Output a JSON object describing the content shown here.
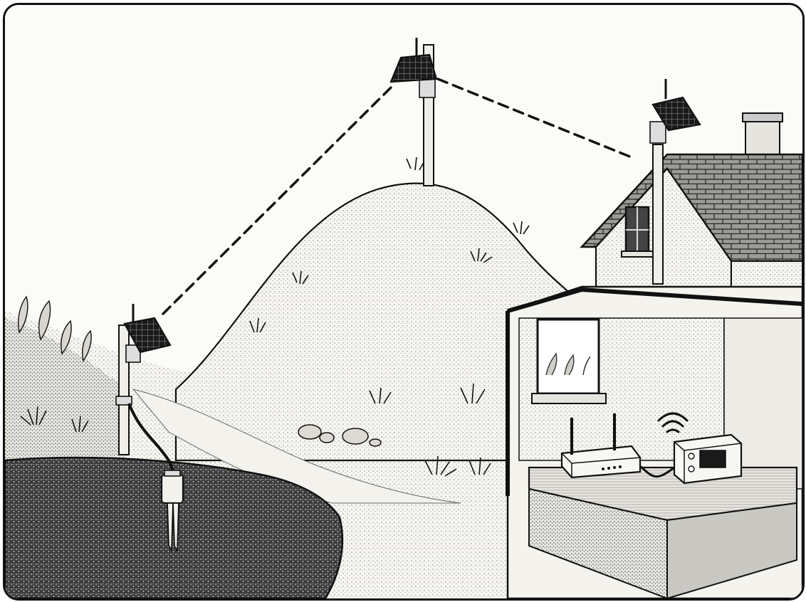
{
  "scene": {
    "style": "pen-and-ink stipple illustration",
    "ink_color": "#111111",
    "paper_color": "#fbfbf8",
    "soil_color": "#2a2a2a",
    "link_style": "dashed"
  },
  "nodes": [
    {
      "id": "field-sensor-node",
      "label": "",
      "icon": "solar-panel-pole-icon"
    },
    {
      "id": "hilltop-relay-node",
      "label": "",
      "icon": "solar-panel-pole-icon"
    },
    {
      "id": "house-gateway-node",
      "label": "",
      "icon": "solar-panel-pole-icon"
    },
    {
      "id": "soil-probe",
      "label": "",
      "icon": "soil-moisture-probe-icon"
    },
    {
      "id": "wifi-router",
      "label": "",
      "icon": "router-icon"
    },
    {
      "id": "base-station",
      "label": "",
      "icon": "base-station-display-icon"
    }
  ],
  "links": [
    {
      "from": "field-sensor-node",
      "to": "hilltop-relay-node",
      "type": "wireless-dashed"
    },
    {
      "from": "hilltop-relay-node",
      "to": "house-gateway-node",
      "type": "wireless-dashed"
    },
    {
      "from": "soil-probe",
      "to": "field-sensor-node",
      "type": "cable"
    },
    {
      "from": "wifi-router",
      "to": "base-station",
      "type": "cable"
    }
  ]
}
